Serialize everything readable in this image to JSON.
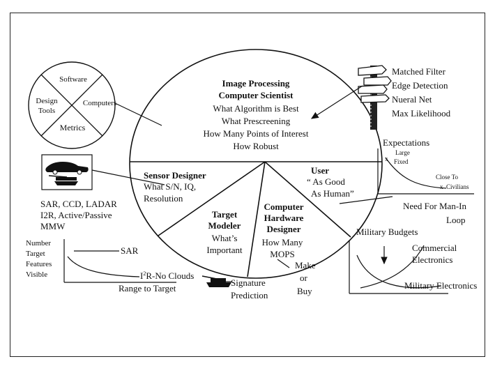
{
  "center": {
    "image_processing": {
      "title": [
        "Image Processing",
        "Computer Scientist"
      ],
      "items": [
        "What Algorithm is Best",
        "What Prescreening",
        "How Many Points of Interest",
        "How Robust"
      ]
    },
    "sensor_designer": {
      "title": "Sensor Designer",
      "lines": [
        "What S/N, IQ,",
        "Resolution"
      ]
    },
    "user": {
      "title": "User",
      "lines": [
        "“ As Good",
        "As Human”"
      ]
    },
    "target_modeler": {
      "title": [
        "Target",
        "Modeler"
      ],
      "lines": [
        "What’s",
        "Important"
      ]
    },
    "hardware_designer": {
      "title": [
        "Computer",
        "Hardware",
        "Designer"
      ],
      "lines": [
        "How Many",
        "MOPS"
      ]
    }
  },
  "small_circle": {
    "top": "Software",
    "left": [
      "Design",
      "Tools"
    ],
    "right": "Computers",
    "bottom": "Metrics"
  },
  "signpost_list": [
    "Matched Filter",
    "Edge Detection",
    "Nueral Net",
    "Max Likelihood"
  ],
  "sensors": [
    "SAR, CCD, LADAR",
    "I2R, Active/Passive",
    "MMW"
  ],
  "expectations": {
    "title": "Expectations",
    "large": "Large",
    "fixed": "Fixed",
    "close_to": "Close To",
    "civilians": "Civilians",
    "marker": "x"
  },
  "man_in_loop": [
    "Need For Man-In",
    "Loop"
  ],
  "budgets": {
    "title": "Military Budgets",
    "commercial": [
      "Commercial",
      "Electronics"
    ],
    "military": "Military Electronics"
  },
  "features_plot": {
    "ylabel": [
      "Number",
      "Target",
      "Features",
      "Visible"
    ],
    "sar": "SAR",
    "i2r_prefix": "I",
    "i2r_sup": "2",
    "i2r_suffix": "R-No Clouds",
    "xlabel": "Range to Target"
  },
  "make_or_buy": [
    "Make",
    "or",
    "Buy"
  ],
  "signature": [
    "Signature",
    "Prediction"
  ]
}
